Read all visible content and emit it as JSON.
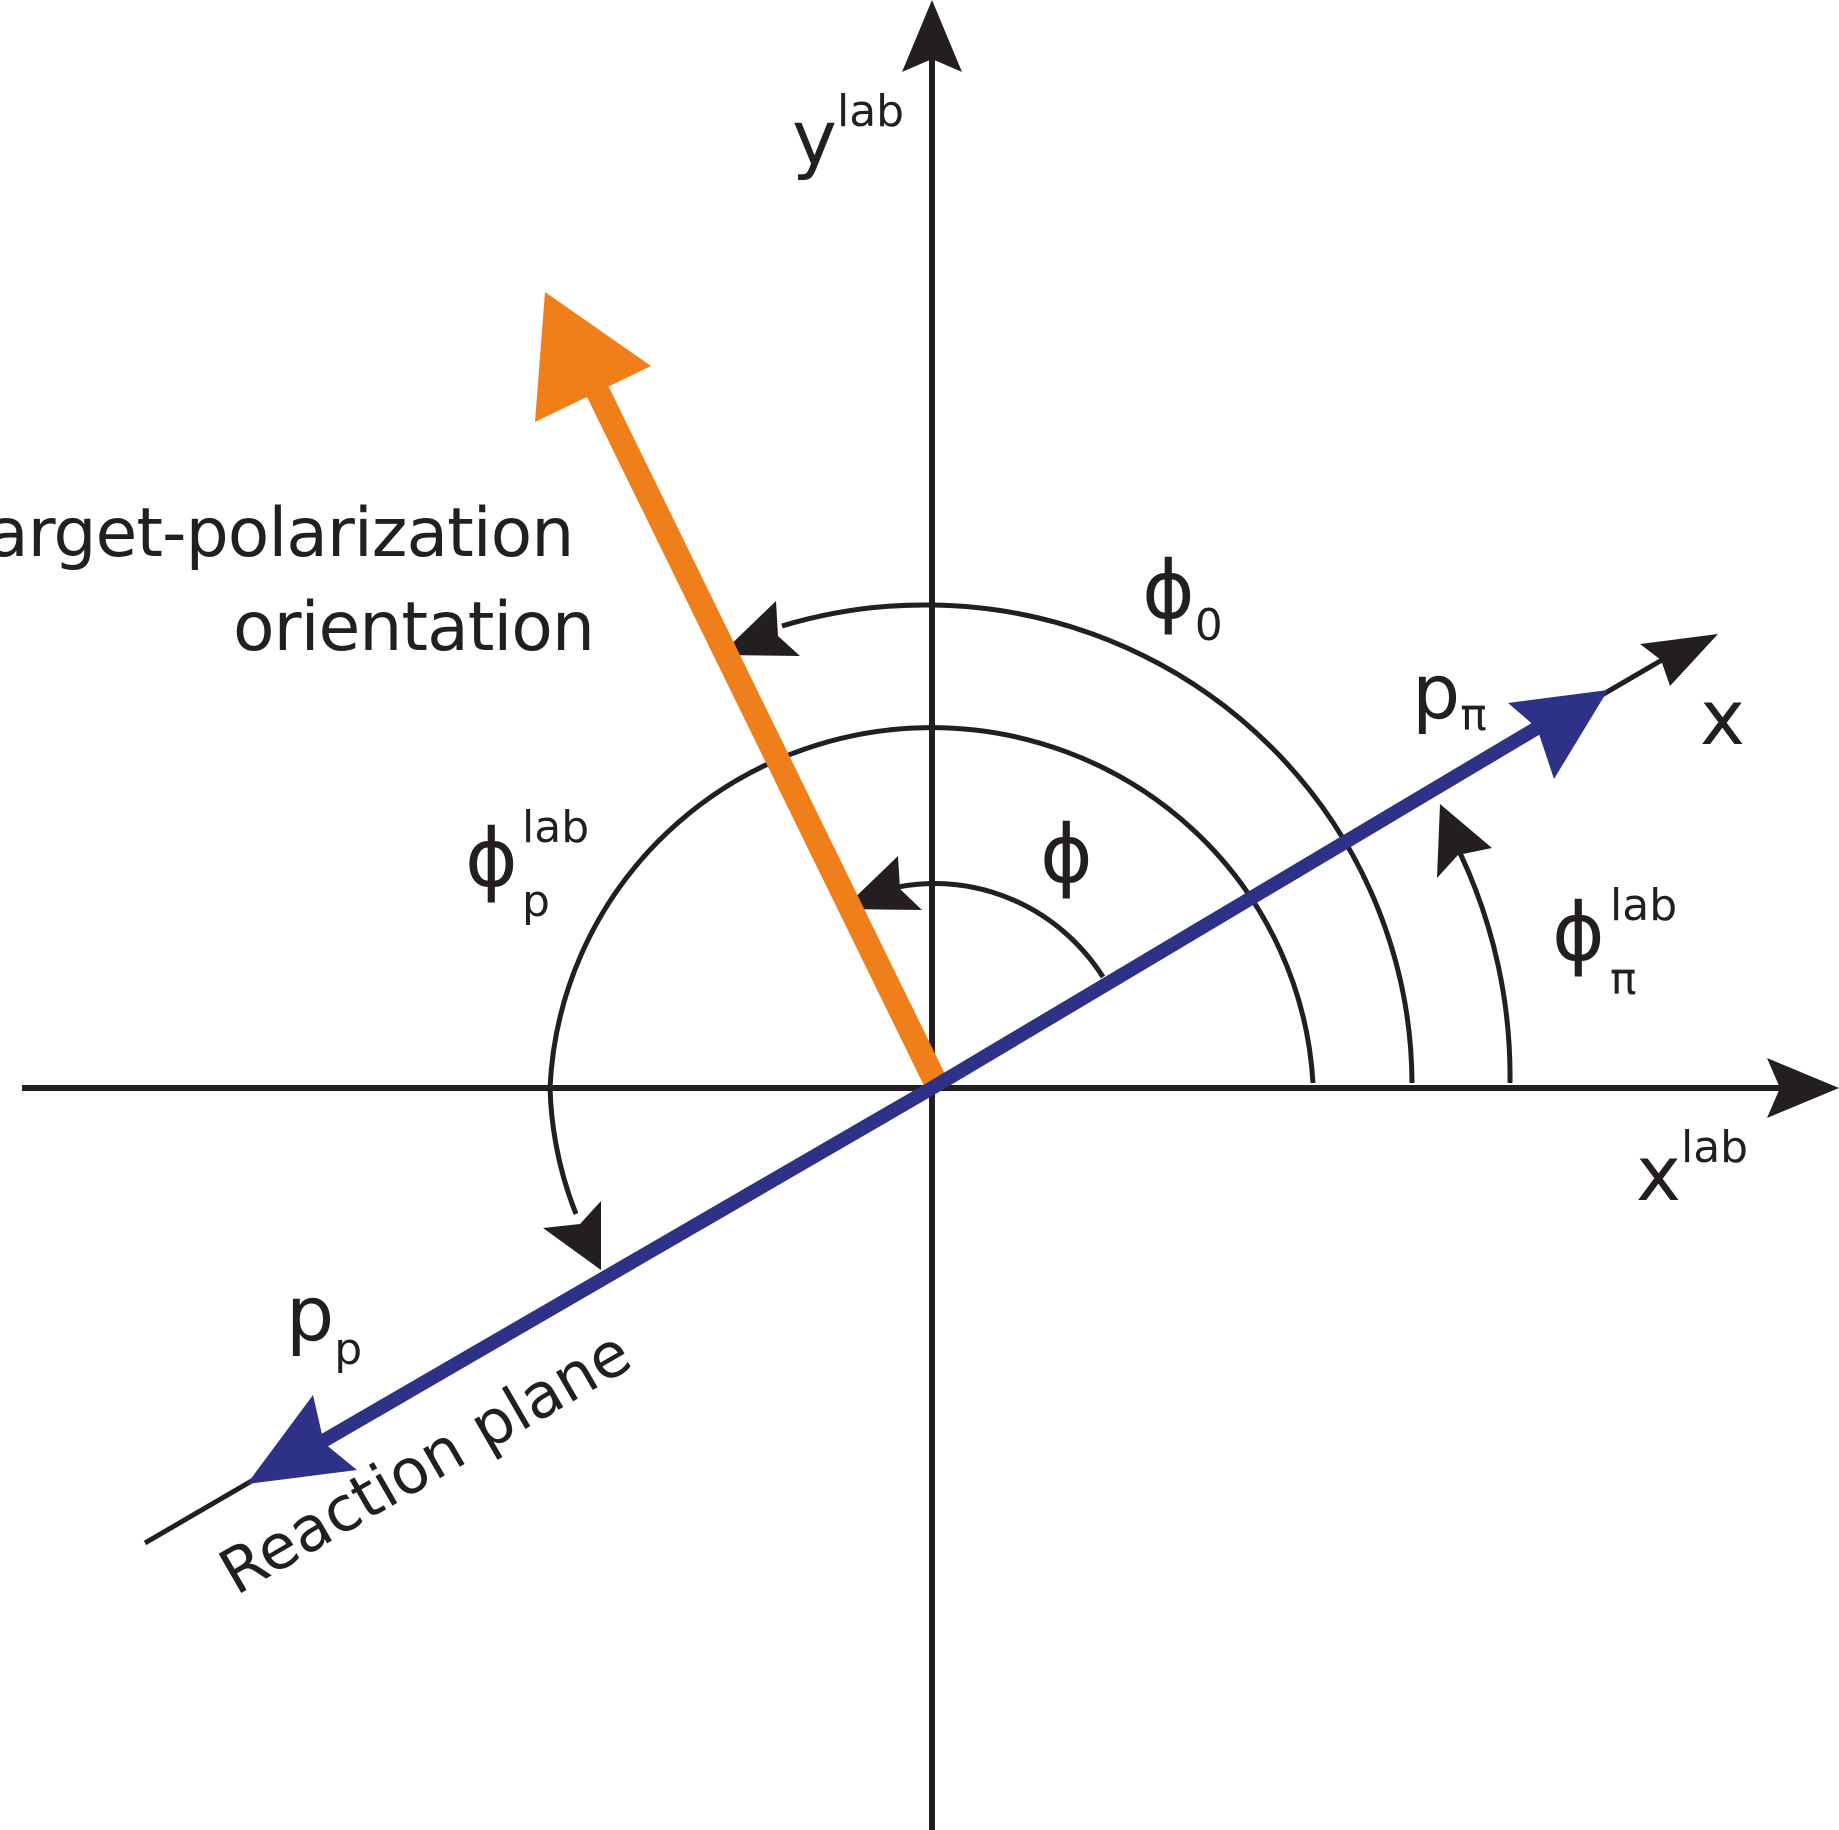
{
  "labels": {
    "y_lab": {
      "base": "y",
      "sup": "lab"
    },
    "x_lab": {
      "base": "x",
      "sup": "lab"
    },
    "x": "x",
    "target_polarization": [
      "Target-polarization",
      "orientation"
    ],
    "phi_0": {
      "base": "ϕ",
      "sub": "0"
    },
    "phi": "ϕ",
    "phi_p_lab": {
      "base": "ϕ",
      "sub": "p",
      "sup": "lab"
    },
    "phi_pi_lab": {
      "base": "ϕ",
      "sub": "π",
      "sup": "lab"
    },
    "p_pi": {
      "base": "p",
      "sub": "π"
    },
    "p_p": {
      "base": "p",
      "sub": "p"
    },
    "reaction_plane": "Reaction plane"
  },
  "colors": {
    "axis": "#231f20",
    "polarization": "#ee7f1a",
    "reaction": "#2e3287"
  }
}
